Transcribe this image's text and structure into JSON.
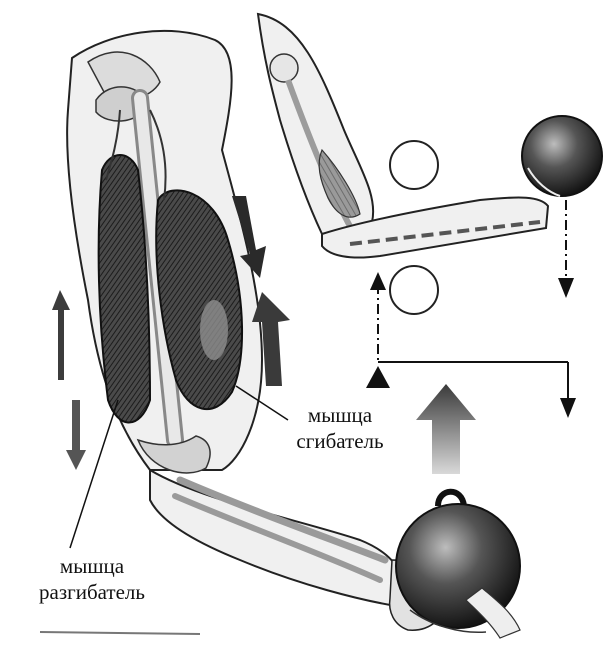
{
  "labels": {
    "flexor_line1": "мышца",
    "flexor_line2": "сгибатель",
    "extensor_line1": "мышца",
    "extensor_line2": "разгибатель"
  },
  "colors": {
    "ink": "#111111",
    "muscle_dark": "#2b2b2b",
    "muscle_mid": "#6b6b6b",
    "bone": "#e4e4e4",
    "skin": "#f2f2f2"
  },
  "icons": [
    "kettlebell-icon",
    "ball-weight-icon",
    "arrow-up-icon",
    "arrow-down-icon",
    "pivot-triangle-icon",
    "circle-icon"
  ]
}
